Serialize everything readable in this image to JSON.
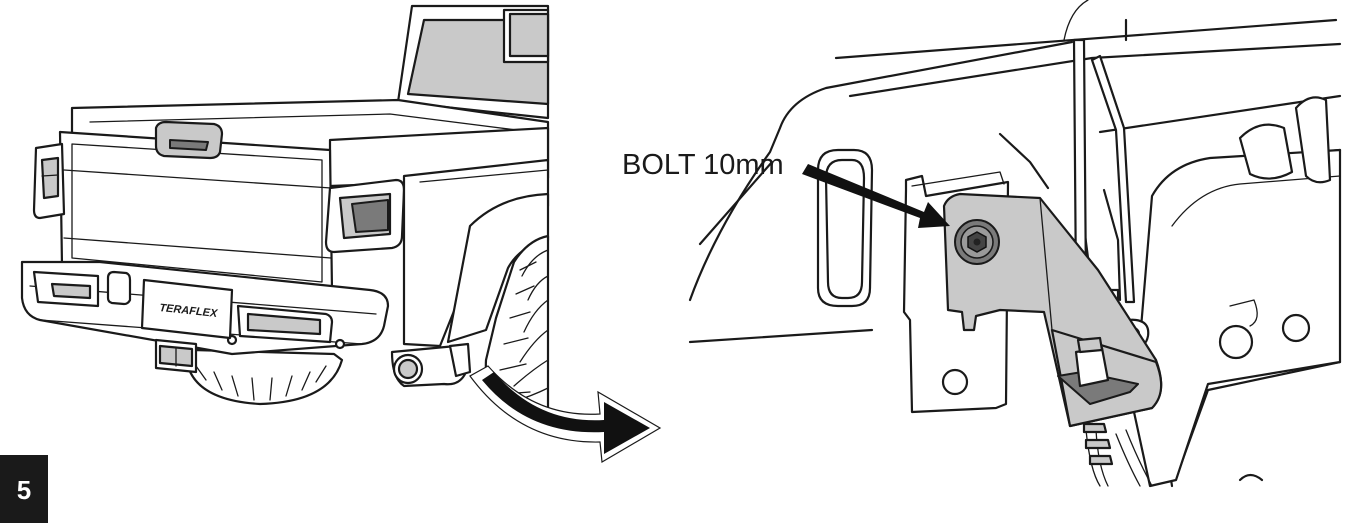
{
  "step": {
    "number": "5",
    "badge_color": "#1a1a1a"
  },
  "left_panel": {
    "plate_brand": "TERAFLEX"
  },
  "right_panel": {
    "callout_label": "BOLT 10mm"
  },
  "colors": {
    "line": "#1a1a1a",
    "shade": "#c9c9c9",
    "dark_shade": "#7a7a7a",
    "background": "#ffffff"
  }
}
